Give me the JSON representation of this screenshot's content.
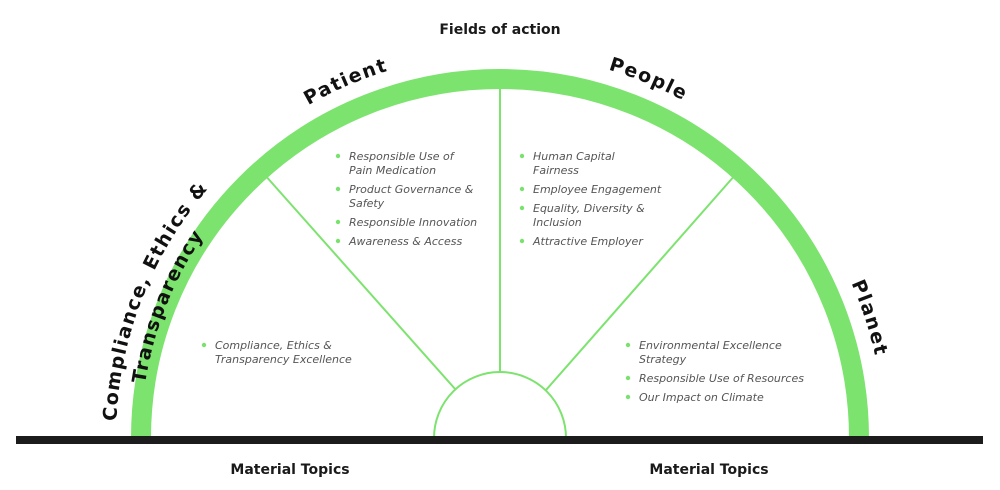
{
  "title": "Fields of action",
  "footer": {
    "left": "Material Topics",
    "right": "Material Topics"
  },
  "colors": {
    "arc": "#7de36f",
    "baseline": "#1c1c1c",
    "bullet": "#79e26f",
    "text": "#555555"
  },
  "fields": [
    {
      "name": "Compliance, Ethics & Transparency",
      "lines": [
        "Compliance, Ethics &",
        "Transparency"
      ],
      "topics": [
        {
          "lines": [
            "Compliance, Ethics &",
            "Transparency Excellence"
          ]
        }
      ]
    },
    {
      "name": "Patient",
      "lines": [
        "Patient"
      ],
      "topics": [
        {
          "lines": [
            "Responsible Use of",
            "Pain Medication"
          ]
        },
        {
          "lines": [
            "Product Governance &",
            "Safety"
          ]
        },
        {
          "lines": [
            "Responsible Innovation"
          ]
        },
        {
          "lines": [
            "Awareness & Access"
          ]
        }
      ]
    },
    {
      "name": "People",
      "lines": [
        "People"
      ],
      "topics": [
        {
          "lines": [
            "Human Capital",
            "Fairness"
          ]
        },
        {
          "lines": [
            "Employee Engagement"
          ]
        },
        {
          "lines": [
            "Equality, Diversity &",
            "Inclusion"
          ]
        },
        {
          "lines": [
            "Attractive Employer"
          ]
        }
      ]
    },
    {
      "name": "Planet",
      "lines": [
        "Planet"
      ],
      "topics": [
        {
          "lines": [
            "Environmental Excellence",
            "Strategy"
          ]
        },
        {
          "lines": [
            "Responsible Use of Resources"
          ]
        },
        {
          "lines": [
            "Our Impact on Climate"
          ]
        }
      ]
    }
  ]
}
